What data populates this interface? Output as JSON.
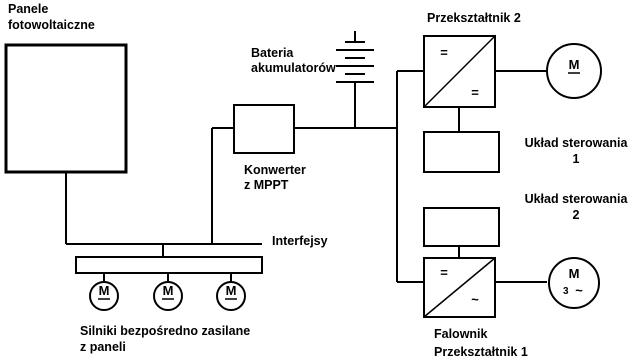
{
  "labels": {
    "panels_line1": "Panele",
    "panels_line2": "fotowoltaiczne",
    "battery_line1": "Bateria",
    "battery_line2": "akumulatorów",
    "converter_line1": "Konwerter",
    "converter_line2": "z MPPT",
    "interface": "Interfejsy",
    "direct_motors_line1": "Silniki bezpośredno zasilane",
    "direct_motors_line2": "z paneli",
    "converter2_title": "Przekształtnik 2",
    "control1_line1": "Układ sterowania",
    "control1_line2": "1",
    "control2_line1": "Układ sterowania",
    "control2_line2": "2",
    "inverter_line1": "Falownik",
    "inverter_line2": "Przekształtnik 1"
  },
  "motors": {
    "symbol": "M",
    "phase_label": "3",
    "ac_symbol": "~"
  },
  "converter_symbols": {
    "dc": "=",
    "ac": "~"
  }
}
